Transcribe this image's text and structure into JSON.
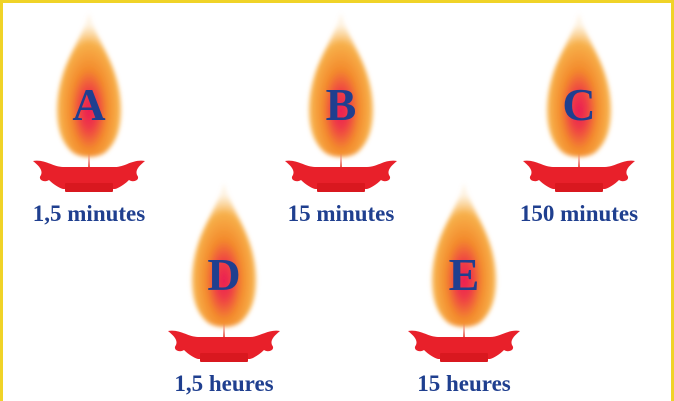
{
  "candles": [
    {
      "letter": "A",
      "caption": "1,5 minutes"
    },
    {
      "letter": "B",
      "caption": "15 minutes"
    },
    {
      "letter": "C",
      "caption": "150 minutes"
    },
    {
      "letter": "D",
      "caption": "1,5 heures"
    },
    {
      "letter": "E",
      "caption": "15 heures"
    }
  ],
  "colors": {
    "border": "#f0d327",
    "text": "#1f3f8f",
    "candle_base": "#e8202a",
    "flame_outer": "#f29a2e",
    "flame_inner": "#e8205a"
  }
}
